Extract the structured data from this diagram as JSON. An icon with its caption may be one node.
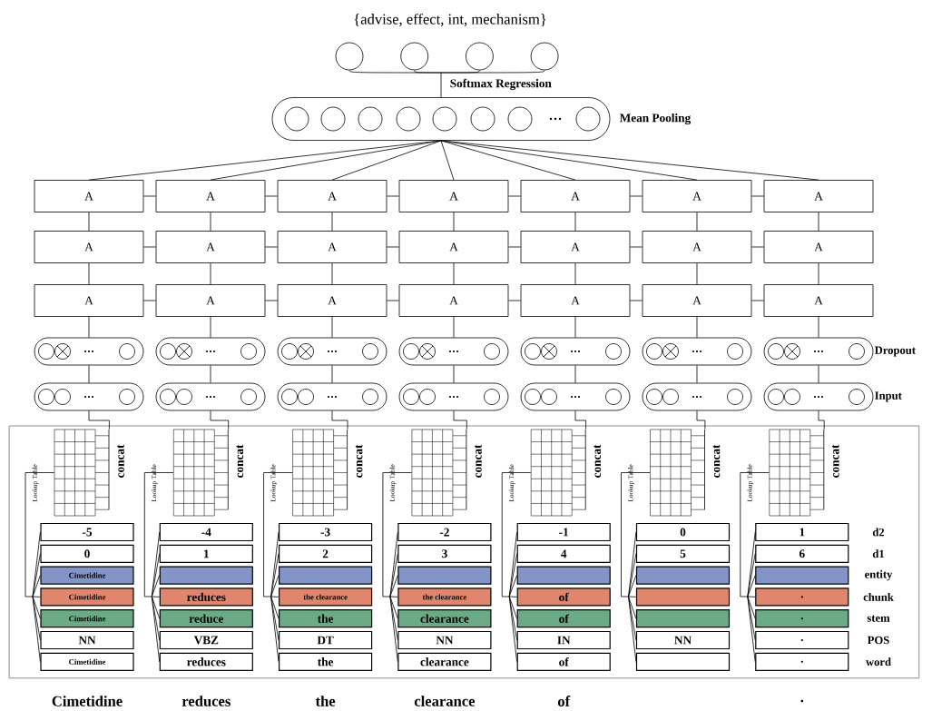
{
  "diagram": {
    "nodes": [
      {
        "text": [],
        "shape": "circle"
      },
      {
        "text": [],
        "shape": "circle"
      },
      {
        "text": [],
        "shape": "circle"
      },
      {
        "text": [],
        "shape": "circle"
      },
      {
        "text": [
          "Mean Pooling"
        ]
      },
      {
        "text": [
          "A"
        ]
      },
      {
        "text": [
          "A"
        ]
      },
      {
        "text": [
          "A"
        ]
      },
      {
        "text": [
          "A"
        ]
      },
      {
        "text": [
          "A"
        ]
      },
      {
        "text": [
          "A"
        ]
      },
      {
        "text": [
          "A"
        ]
      },
      {
        "text": [
          "A"
        ]
      },
      {
        "text": [
          "A"
        ]
      },
      {
        "text": [
          "A"
        ]
      },
      {
        "text": [
          "A"
        ]
      },
      {
        "text": [
          "A"
        ]
      },
      {
        "text": [
          "A"
        ]
      },
      {
        "text": [
          "A"
        ]
      },
      {
        "text": [
          "A"
        ]
      },
      {
        "text": [
          "A"
        ]
      },
      {
        "text": [
          "A"
        ]
      },
      {
        "text": [
          "A"
        ]
      },
      {
        "text": [
          "A"
        ]
      },
      {
        "text": [
          "A"
        ]
      },
      {
        "text": [
          "A"
        ]
      },
      {
        "text": [],
        "shape": "box"
      },
      {
        "text": [],
        "shape": "box"
      },
      {
        "text": [],
        "shape": "box"
      },
      {
        "text": [],
        "shape": "box"
      },
      {
        "text": [],
        "shape": "box"
      },
      {
        "text": [],
        "shape": "box"
      },
      {
        "text": [],
        "shape": "box"
      },
      {
        "text": [],
        "shape": "box"
      },
      {
        "text": [],
        "shape": "box"
      },
      {
        "text": [],
        "shape": "box"
      },
      {
        "text": [],
        "shape": "box"
      },
      {
        "text": [],
        "shape": "box"
      },
      {
        "text": [],
        "shape": "box"
      },
      {
        "text": [],
        "shape": "box"
      },
      {
        "text": [],
        "shape": "box"
      },
      {
        "text": [],
        "shape": "grid",
        "in": 40
      },
      {
        "text": [
          "-5"
        ],
        "in": 40
      },
      {
        "text": [
          "0"
        ],
        "in": 40
      },
      {
        "text": [
          "Cimetidine"
        ],
        "in": 40
      },
      {
        "text": [
          "Cimetidine"
        ],
        "in": 40
      },
      {
        "text": [
          "Cimetidine"
        ],
        "in": 40
      },
      {
        "text": [
          "NN"
        ],
        "in": 40
      },
      {
        "text": [
          "Cimetidine"
        ],
        "in": 40
      },
      {
        "text": [],
        "shape": "grid",
        "in": 40
      },
      {
        "text": [
          "-4"
        ],
        "in": 40
      },
      {
        "text": [
          "1"
        ],
        "in": 40
      },
      {
        "text": [],
        "shape": "box",
        "in": 40
      },
      {
        "text": [
          "reduces"
        ],
        "in": 40
      },
      {
        "text": [
          "reduce"
        ],
        "in": 40
      },
      {
        "text": [
          "VBZ"
        ],
        "in": 40
      },
      {
        "text": [
          "reduces"
        ],
        "in": 40
      },
      {
        "text": [],
        "shape": "grid",
        "in": 40
      },
      {
        "text": [
          "-3"
        ],
        "in": 40
      },
      {
        "text": [
          "2"
        ],
        "in": 40
      },
      {
        "text": [],
        "shape": "box",
        "in": 40
      },
      {
        "text": [
          "the clearance"
        ],
        "in": 40
      },
      {
        "text": [
          "the"
        ],
        "in": 40
      },
      {
        "text": [
          "DT"
        ],
        "in": 40
      },
      {
        "text": [
          "the"
        ],
        "in": 40
      },
      {
        "text": [],
        "shape": "grid",
        "in": 40
      },
      {
        "text": [
          "-2"
        ],
        "in": 40
      },
      {
        "text": [
          "3"
        ],
        "in": 40
      },
      {
        "text": [],
        "shape": "box",
        "in": 40
      },
      {
        "text": [
          "the clearance"
        ],
        "in": 40
      },
      {
        "text": [
          "clearance"
        ],
        "in": 40
      },
      {
        "text": [
          "NN"
        ],
        "in": 40
      },
      {
        "text": [
          "clearance"
        ],
        "in": 40
      },
      {
        "text": [],
        "shape": "grid",
        "in": 40
      },
      {
        "text": [
          "-1"
        ],
        "in": 40
      },
      {
        "text": [
          "4"
        ],
        "in": 40
      },
      {
        "text": [],
        "shape": "box",
        "in": 40
      },
      {
        "text": [
          "of"
        ],
        "in": 40
      },
      {
        "text": [
          "of"
        ],
        "in": 40
      },
      {
        "text": [
          "IN"
        ],
        "in": 40
      },
      {
        "text": [
          "of"
        ],
        "in": 40
      },
      {
        "text": [],
        "shape": "grid",
        "in": 40
      },
      {
        "text": [
          "0"
        ],
        "in": 40
      },
      {
        "text": [
          "5"
        ],
        "in": 40
      },
      {
        "text": [],
        "shape": "box",
        "in": 40
      },
      {
        "text": [],
        "shape": "box",
        "in": 40
      },
      {
        "text": [],
        "shape": "box",
        "in": 40
      },
      {
        "text": [
          "NN"
        ],
        "in": 40
      },
      {
        "text": [],
        "shape": "box",
        "in": 40
      },
      {
        "text": [],
        "shape": "grid",
        "in": 40
      },
      {
        "text": [
          "1"
        ],
        "in": 40
      },
      {
        "text": [
          "6"
        ],
        "in": 40
      },
      {
        "text": [],
        "shape": "box",
        "in": 40
      },
      {
        "text": [
          "."
        ],
        "in": 40
      },
      {
        "text": [
          "."
        ],
        "in": 40
      },
      {
        "text": [
          "."
        ],
        "in": 40
      },
      {
        "text": [
          "."
        ],
        "in": 40
      }
    ],
    "edges": [
      {
        "from": 4,
        "to": 0,
        "arrow": "none"
      },
      {
        "from": 4,
        "to": 1,
        "arrow": "none"
      },
      {
        "from": 4,
        "to": 2,
        "arrow": "none"
      },
      {
        "from": 4,
        "to": 3,
        "arrow": "none"
      },
      {
        "from": 5,
        "to": 4,
        "arrow": "none"
      },
      {
        "from": 6,
        "to": 4,
        "arrow": "none"
      },
      {
        "from": 7,
        "to": 4,
        "arrow": "none"
      },
      {
        "from": 8,
        "to": 4,
        "arrow": "none"
      },
      {
        "from": 9,
        "to": 4,
        "arrow": "none"
      },
      {
        "from": 10,
        "to": 4,
        "arrow": "none"
      },
      {
        "from": 11,
        "to": 4,
        "arrow": "none"
      },
      {
        "from": 5,
        "to": 6,
        "arrow": "none"
      },
      {
        "from": 6,
        "to": 7,
        "arrow": "none"
      },
      {
        "from": 7,
        "to": 8,
        "arrow": "none"
      },
      {
        "from": 8,
        "to": 9,
        "arrow": "none"
      },
      {
        "from": 9,
        "to": 10,
        "arrow": "none"
      },
      {
        "from": 10,
        "to": 11,
        "arrow": "none"
      },
      {
        "from": 12,
        "to": 13,
        "arrow": "none"
      },
      {
        "from": 13,
        "to": 14,
        "arrow": "none"
      },
      {
        "from": 14,
        "to": 15,
        "arrow": "none"
      },
      {
        "from": 15,
        "to": 16,
        "arrow": "none"
      },
      {
        "from": 16,
        "to": 17,
        "arrow": "none"
      },
      {
        "from": 17,
        "to": 18,
        "arrow": "none"
      },
      {
        "from": 19,
        "to": 20,
        "arrow": "none"
      },
      {
        "from": 20,
        "to": 21,
        "arrow": "none"
      },
      {
        "from": 21,
        "to": 22,
        "arrow": "none"
      },
      {
        "from": 22,
        "to": 23,
        "arrow": "none"
      },
      {
        "from": 23,
        "to": 24,
        "arrow": "none"
      },
      {
        "from": 24,
        "to": 25,
        "arrow": "none"
      },
      {
        "from": 12,
        "to": 5,
        "arrow": "none"
      },
      {
        "from": 13,
        "to": 6,
        "arrow": "none"
      },
      {
        "from": 14,
        "to": 7,
        "arrow": "none"
      },
      {
        "from": 15,
        "to": 8,
        "arrow": "none"
      },
      {
        "from": 16,
        "to": 9,
        "arrow": "none"
      },
      {
        "from": 17,
        "to": 10,
        "arrow": "none"
      },
      {
        "from": 18,
        "to": 11,
        "arrow": "none"
      },
      {
        "from": 19,
        "to": 12,
        "arrow": "none"
      },
      {
        "from": 20,
        "to": 13,
        "arrow": "none"
      },
      {
        "from": 21,
        "to": 14,
        "arrow": "none"
      },
      {
        "from": 22,
        "to": 15,
        "arrow": "none"
      },
      {
        "from": 23,
        "to": 16,
        "arrow": "none"
      },
      {
        "from": 24,
        "to": 17,
        "arrow": "none"
      },
      {
        "from": 25,
        "to": 18,
        "arrow": "none"
      },
      {
        "from": 26,
        "to": 19,
        "arrow": "none"
      },
      {
        "from": 27,
        "to": 20,
        "arrow": "none"
      },
      {
        "from": 28,
        "to": 21,
        "arrow": "none"
      },
      {
        "from": 29,
        "to": 22,
        "arrow": "none"
      },
      {
        "from": 30,
        "to": 23,
        "arrow": "none"
      },
      {
        "from": 31,
        "to": 24,
        "arrow": "none"
      },
      {
        "from": 32,
        "to": 25,
        "arrow": "none"
      },
      {
        "from": 33,
        "to": 26,
        "arrow": "none"
      },
      {
        "from": 34,
        "to": 27,
        "arrow": "none"
      },
      {
        "from": 35,
        "to": 28,
        "arrow": "none"
      },
      {
        "from": 36,
        "to": 29,
        "arrow": "none"
      },
      {
        "from": 37,
        "to": 30,
        "arrow": "none"
      },
      {
        "from": 38,
        "to": 31,
        "arrow": "none"
      },
      {
        "from": 39,
        "to": 32,
        "arrow": "none"
      },
      {
        "from": 41,
        "to": 33,
        "arrow": "none"
      },
      {
        "from": 49,
        "to": 34,
        "arrow": "none"
      },
      {
        "from": 57,
        "to": 35,
        "arrow": "none"
      },
      {
        "from": 65,
        "to": 36,
        "arrow": "none"
      },
      {
        "from": 73,
        "to": 37,
        "arrow": "none"
      },
      {
        "from": 81,
        "to": 38,
        "arrow": "none"
      },
      {
        "from": 89,
        "to": 39,
        "arrow": "none"
      },
      {
        "from": 42,
        "to": 41,
        "arrow": "none"
      },
      {
        "from": 43,
        "to": 41,
        "arrow": "none"
      },
      {
        "from": 44,
        "to": 41,
        "arrow": "none"
      },
      {
        "from": 45,
        "to": 41,
        "arrow": "none"
      },
      {
        "from": 46,
        "to": 41,
        "arrow": "none"
      },
      {
        "from": 47,
        "to": 41,
        "arrow": "none"
      },
      {
        "from": 48,
        "to": 41,
        "arrow": "none"
      },
      {
        "from": 50,
        "to": 49,
        "arrow": "none"
      },
      {
        "from": 51,
        "to": 49,
        "arrow": "none"
      },
      {
        "from": 52,
        "to": 49,
        "arrow": "none"
      },
      {
        "from": 53,
        "to": 49,
        "arrow": "none"
      },
      {
        "from": 54,
        "to": 49,
        "arrow": "none"
      },
      {
        "from": 55,
        "to": 49,
        "arrow": "none"
      },
      {
        "from": 56,
        "to": 49,
        "arrow": "none"
      },
      {
        "from": 58,
        "to": 57,
        "arrow": "none"
      },
      {
        "from": 59,
        "to": 57,
        "arrow": "none"
      },
      {
        "from": 60,
        "to": 57,
        "arrow": "none"
      },
      {
        "from": 61,
        "to": 57,
        "arrow": "none"
      },
      {
        "from": 62,
        "to": 57,
        "arrow": "none"
      },
      {
        "from": 63,
        "to": 57,
        "arrow": "none"
      },
      {
        "from": 64,
        "to": 57,
        "arrow": "none"
      },
      {
        "from": 66,
        "to": 65,
        "arrow": "none"
      },
      {
        "from": 67,
        "to": 65,
        "arrow": "none"
      },
      {
        "from": 68,
        "to": 65,
        "arrow": "none"
      },
      {
        "from": 69,
        "to": 65,
        "arrow": "none"
      },
      {
        "from": 70,
        "to": 65,
        "arrow": "none"
      },
      {
        "from": 71,
        "to": 65,
        "arrow": "none"
      },
      {
        "from": 72,
        "to": 65,
        "arrow": "none"
      },
      {
        "from": 74,
        "to": 73,
        "arrow": "none"
      },
      {
        "from": 75,
        "to": 73,
        "arrow": "none"
      },
      {
        "from": 76,
        "to": 73,
        "arrow": "none"
      },
      {
        "from": 77,
        "to": 73,
        "arrow": "none"
      },
      {
        "from": 78,
        "to": 73,
        "arrow": "none"
      },
      {
        "from": 79,
        "to": 73,
        "arrow": "none"
      },
      {
        "from": 80,
        "to": 73,
        "arrow": "none"
      },
      {
        "from": 82,
        "to": 81,
        "arrow": "none"
      },
      {
        "from": 83,
        "to": 81,
        "arrow": "none"
      },
      {
        "from": 84,
        "to": 81,
        "arrow": "none"
      },
      {
        "from": 85,
        "to": 81,
        "arrow": "none"
      },
      {
        "from": 86,
        "to": 81,
        "arrow": "none"
      },
      {
        "from": 87,
        "to": 81,
        "arrow": "none"
      },
      {
        "from": 88,
        "to": 81,
        "arrow": "none"
      },
      {
        "from": 90,
        "to": 89,
        "arrow": "none"
      },
      {
        "from": 91,
        "to": 89,
        "arrow": "none"
      },
      {
        "from": 92,
        "to": 89,
        "arrow": "none"
      },
      {
        "from": 93,
        "to": 89,
        "arrow": "none"
      },
      {
        "from": 94,
        "to": 89,
        "arrow": "none"
      },
      {
        "from": 95,
        "to": 89,
        "arrow": "none"
      },
      {
        "from": 96,
        "to": 89,
        "arrow": "none"
      }
    ],
    "labels": [
      "{advise, effect, int, mechanism}",
      "Softmax Regression",
      "Dropout",
      "Input",
      "Lookup Table",
      "concat",
      "Lookup Table",
      "concat",
      "Lookup Table",
      "concat",
      "Lookup Table",
      "concat",
      "Lookup Table",
      "concat",
      "Lookup Table",
      "concat",
      "Lookup Table",
      "concat",
      "d2",
      "d1",
      "entity",
      "chunk",
      "stem",
      "POS",
      "word",
      "Cimetidine",
      "reduces",
      "the",
      "clearance",
      "of",
      "."
    ]
  }
}
